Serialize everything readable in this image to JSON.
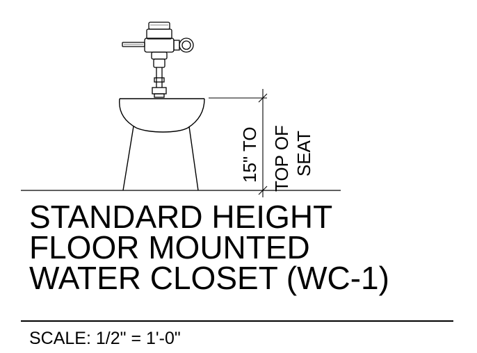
{
  "dimension": {
    "height_label": "15\" TO",
    "reference_line_1": "TOP OF",
    "reference_line_2": "SEAT"
  },
  "title": {
    "lines": [
      "STANDARD HEIGHT",
      "FLOOR MOUNTED",
      "WATER CLOSET (WC-1)"
    ]
  },
  "scale": {
    "text": "SCALE: 1/2\" = 1'-0\""
  },
  "colors": {
    "line": "#000000",
    "background": "#ffffff"
  }
}
